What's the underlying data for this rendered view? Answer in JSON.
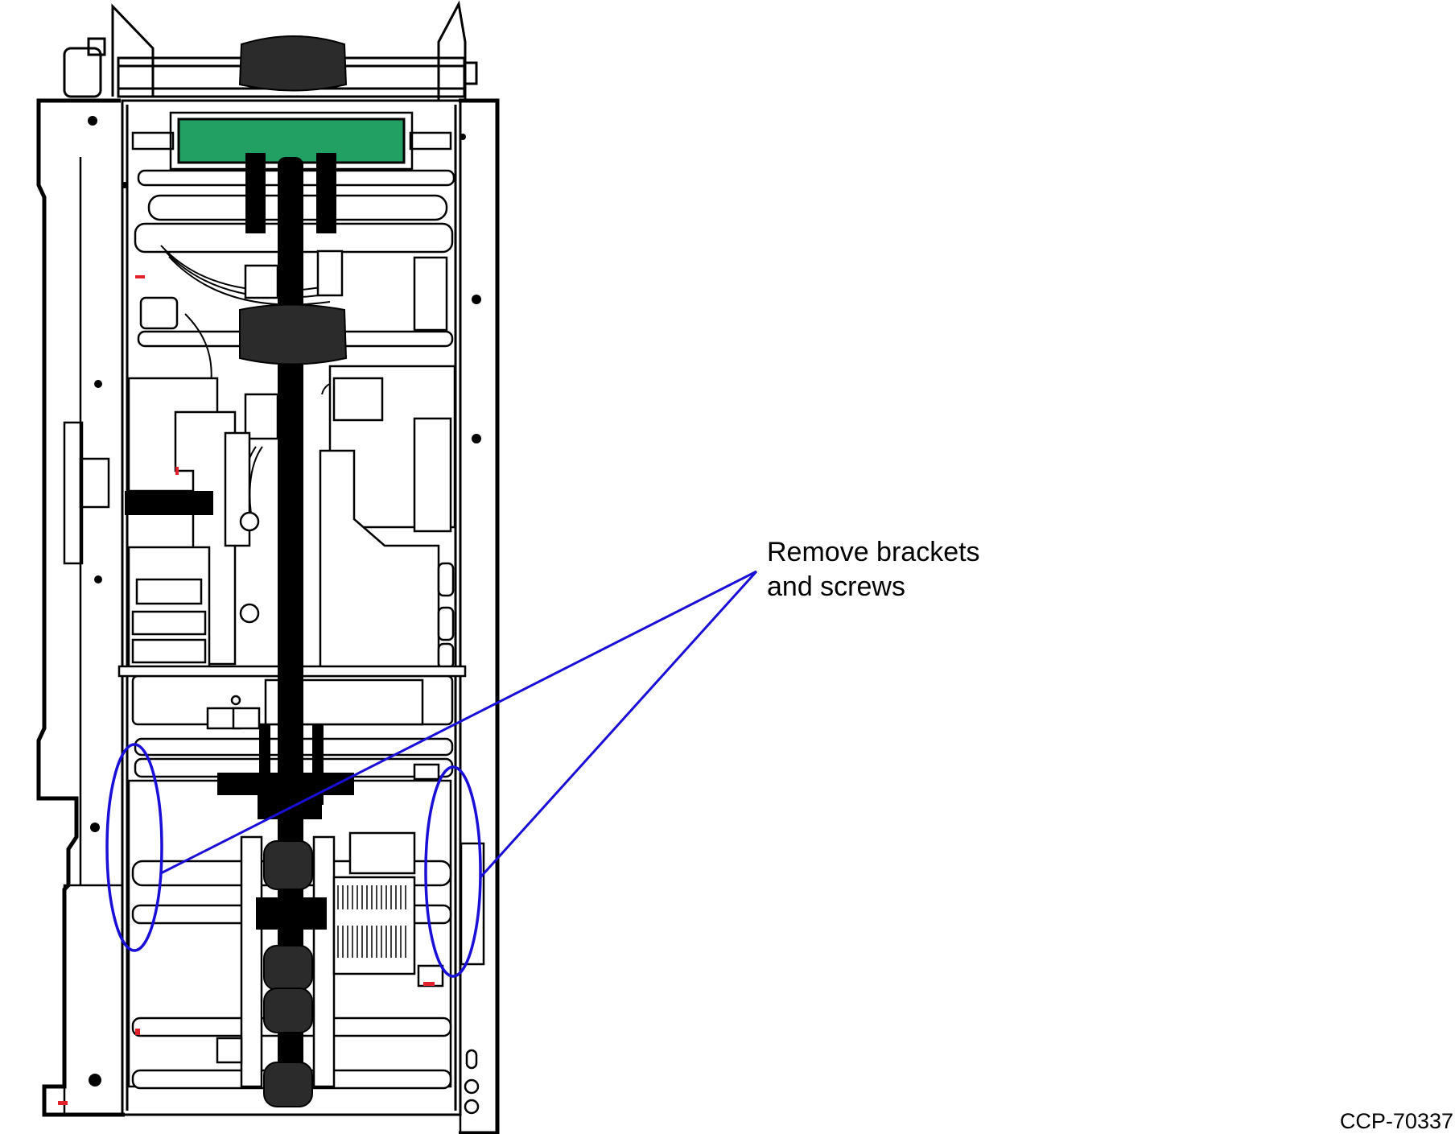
{
  "callout": {
    "line1": "Remove brackets",
    "line2": "and screws"
  },
  "figure_id": "CCP-70337",
  "colors": {
    "highlight_outline": "#1a0fd6",
    "circuit_board": "#22a064",
    "line_art": "#000000",
    "accent_marks": "#e0202a"
  }
}
